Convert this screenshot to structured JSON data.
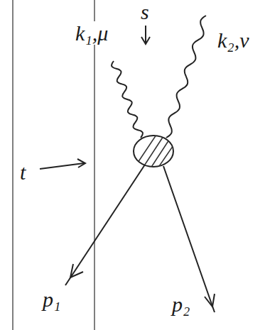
{
  "diagram": {
    "labels": [
      "k₁,μ",
      "k₂,ν",
      "s",
      "t",
      "p₁",
      "p₂"
    ]
  }
}
